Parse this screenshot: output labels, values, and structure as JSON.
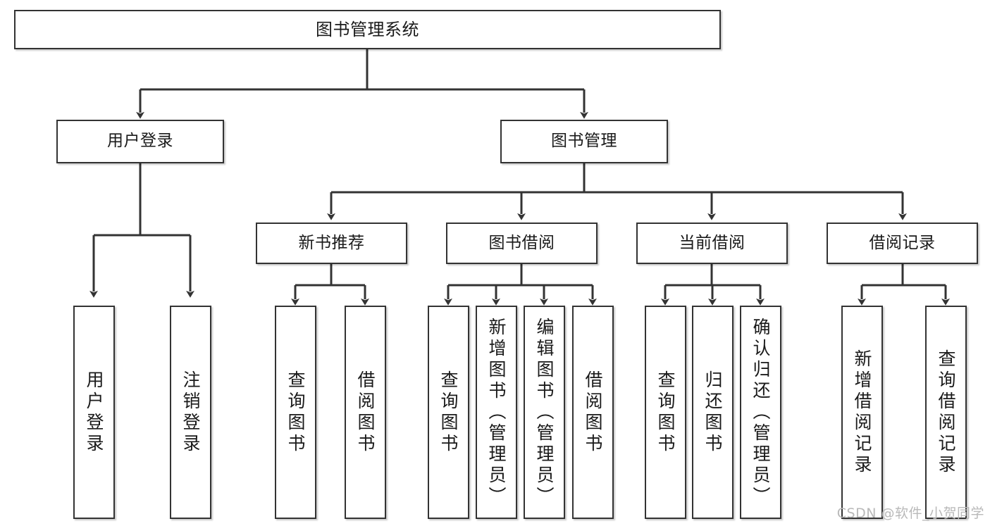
{
  "diagram": {
    "title": "图书管理系统",
    "type": "tree-hierarchy-diagram",
    "colors": {
      "box_border": "#333333",
      "box_fill": "#ffffff",
      "connector": "#333333",
      "text": "#1a1a1a",
      "watermark": "#b9b9b9"
    },
    "root": {
      "id": "root",
      "label": "图书管理系统"
    },
    "level2": [
      {
        "id": "user-login",
        "label": "用户登录"
      },
      {
        "id": "book-management",
        "label": "图书管理"
      }
    ],
    "level3": [
      {
        "id": "new-book-recommend",
        "label": "新书推荐",
        "parent": "book-management"
      },
      {
        "id": "book-borrow",
        "label": "图书借阅",
        "parent": "book-management"
      },
      {
        "id": "current-borrow",
        "label": "当前借阅",
        "parent": "book-management"
      },
      {
        "id": "borrow-record",
        "label": "借阅记录",
        "parent": "book-management"
      }
    ],
    "leaves": [
      {
        "id": "leaf-user-login",
        "label": "用户登录",
        "parent": "user-login"
      },
      {
        "id": "leaf-user-logout",
        "label": "注销登录",
        "parent": "user-login"
      },
      {
        "id": "leaf-query-book-1",
        "label": "查询图书",
        "parent": "new-book-recommend"
      },
      {
        "id": "leaf-borrow-book-1",
        "label": "借阅图书",
        "parent": "new-book-recommend"
      },
      {
        "id": "leaf-query-book-2",
        "label": "查询图书",
        "parent": "book-borrow"
      },
      {
        "id": "leaf-add-book",
        "label": "新增图书（管理员）",
        "parent": "book-borrow"
      },
      {
        "id": "leaf-edit-book",
        "label": "编辑图书（管理员）",
        "parent": "book-borrow"
      },
      {
        "id": "leaf-borrow-book-2",
        "label": "借阅图书",
        "parent": "book-borrow"
      },
      {
        "id": "leaf-query-book-3",
        "label": "查询图书",
        "parent": "current-borrow"
      },
      {
        "id": "leaf-return-book",
        "label": "归还图书",
        "parent": "current-borrow"
      },
      {
        "id": "leaf-confirm-return",
        "label": "确认归还（管理员）",
        "parent": "current-borrow"
      },
      {
        "id": "leaf-add-record",
        "label": "新增借阅记录",
        "parent": "borrow-record"
      },
      {
        "id": "leaf-query-record",
        "label": "查询借阅记录",
        "parent": "borrow-record"
      }
    ],
    "watermark": "CSDN @软件_小贺同学"
  }
}
